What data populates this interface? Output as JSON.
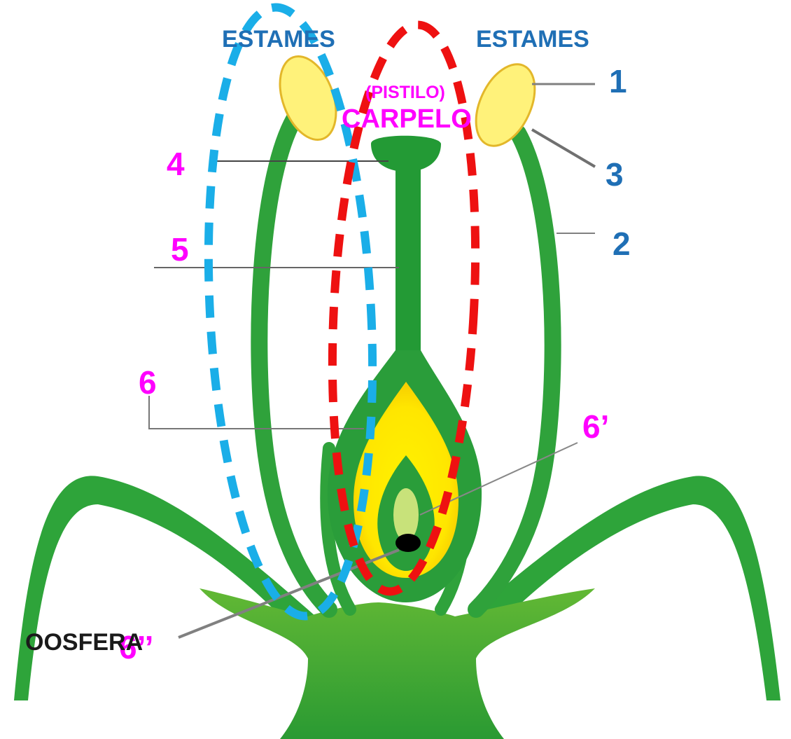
{
  "diagram": {
    "labels": {
      "stamens_left": "ESTAMES",
      "stamens_right": "ESTAMES",
      "pistil": "(PISTILO)",
      "carpel": "CARPELO",
      "num_1": "1",
      "num_2": "2",
      "num_3": "3",
      "num_4": "4",
      "num_5": "5",
      "num_6": "6",
      "num_6_prime": "6’",
      "num_6_double_prime": "6’’",
      "ovule_cell": "OOSFERA"
    },
    "colors": {
      "plant_green": "#1f9a3c",
      "light_green": "#7cc142",
      "anther_yellow": "#fff27a",
      "ovary_yellow": "#ffe600",
      "blue_label": "#1f6fb5",
      "magenta_label": "#ff00ff",
      "blue_outline": "#1aaee8",
      "red_outline": "#ee1111",
      "leader_line": "#808080"
    }
  }
}
